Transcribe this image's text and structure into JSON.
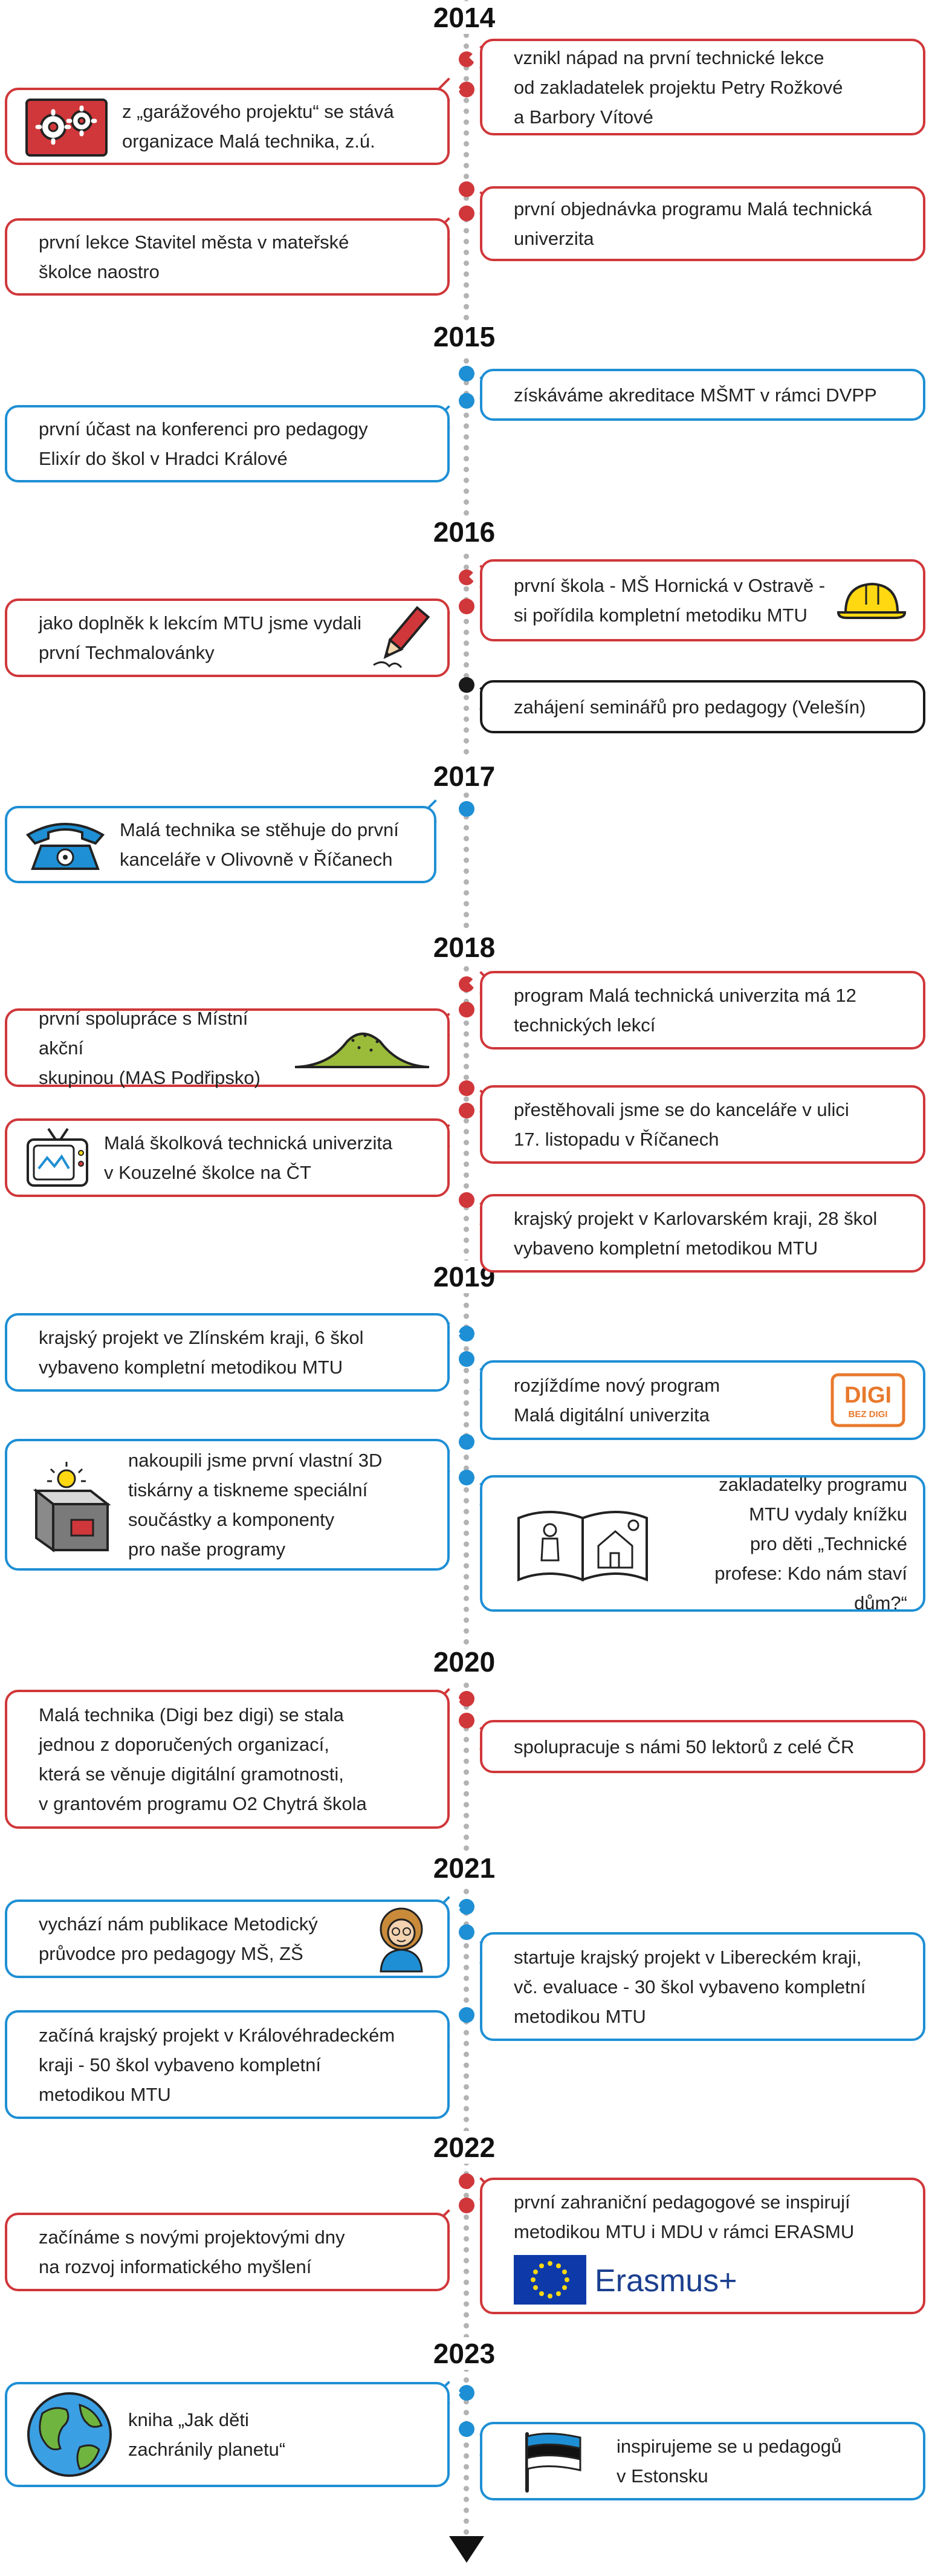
{
  "timeline": {
    "years": [
      "2014",
      "2015",
      "2016",
      "2017",
      "2018",
      "2019",
      "2020",
      "2021",
      "2022",
      "2023"
    ],
    "colors": {
      "red": "#d0373a",
      "blue": "#1e8fd4",
      "black": "#1a1a1a",
      "line": "#b3b3b3"
    },
    "events": [
      {
        "year": "2014",
        "side": "right",
        "color": "red",
        "text": "vznikl nápad na první technické lekce\nod zakladatelek projektu Petry Rožkové\na Barbory Vítové"
      },
      {
        "year": "2014",
        "side": "left",
        "color": "red",
        "text": "z „garážového projektu“ se stává\norganizace Malá technika, z.ú.",
        "icon": "gears-icon"
      },
      {
        "year": "2014",
        "side": "right",
        "color": "red",
        "text": "první objednávka programu Malá technická\nuniverzita"
      },
      {
        "year": "2014",
        "side": "left",
        "color": "red",
        "text": "první lekce Stavitel města v mateřské\nškolce naostro"
      },
      {
        "year": "2015",
        "side": "right",
        "color": "blue",
        "text": "získáváme akreditace MŠMT v rámci DVPP"
      },
      {
        "year": "2015",
        "side": "left",
        "color": "blue",
        "text": "první účast na konferenci pro pedagogy\nElixír do škol v Hradci Králové"
      },
      {
        "year": "2016",
        "side": "right",
        "color": "red",
        "text": "první škola - MŠ Hornická v Ostravě -\nsi pořídila kompletní metodiku MTU",
        "icon": "hard-hat-icon"
      },
      {
        "year": "2016",
        "side": "left",
        "color": "red",
        "text": "jako doplněk k lekcím MTU jsme vydali\nprvní Techmalovánky",
        "icon": "pencil-icon"
      },
      {
        "year": "2016",
        "side": "right",
        "color": "black",
        "text": "zahájení seminářů pro pedagogy (Velešín)"
      },
      {
        "year": "2017",
        "side": "left",
        "color": "blue",
        "text": "Malá technika se stěhuje do první\nkanceláře v Olivovně v Říčanech",
        "icon": "telephone-icon"
      },
      {
        "year": "2018",
        "side": "right",
        "color": "red",
        "text": "program Malá technická univerzita má 12\ntechnických lekcí"
      },
      {
        "year": "2018",
        "side": "left",
        "color": "red",
        "text": "první spolupráce s Místní akční\nskupinou (MAS Podřipsko)",
        "icon": "hill-icon"
      },
      {
        "year": "2018",
        "side": "right",
        "color": "red",
        "text": "přestěhovali jsme se do kanceláře v ulici\n17. listopadu v Říčanech"
      },
      {
        "year": "2018",
        "side": "left",
        "color": "red",
        "text": "Malá školková technická univerzita\nv Kouzelné školce na ČT",
        "icon": "tv-icon"
      },
      {
        "year": "2018",
        "side": "right",
        "color": "red",
        "text": "krajský projekt v Karlovarském kraji, 28 škol\nvybaveno kompletní metodikou MTU"
      },
      {
        "year": "2019",
        "side": "left",
        "color": "blue",
        "text": "krajský projekt ve Zlínském kraji, 6 škol\nvybaveno kompletní metodikou MTU"
      },
      {
        "year": "2019",
        "side": "right",
        "color": "blue",
        "text": "rozjíždíme nový program\nMalá digitální univerzita",
        "icon": "digi-logo-icon",
        "icon_text": "DIGI",
        "icon_sub": "BEZ DIGI"
      },
      {
        "year": "2019",
        "side": "left",
        "color": "blue",
        "text": "nakoupili jsme první vlastní 3D\ntiskárny a tiskneme speciální\nsoučástky a komponenty\npro naše programy",
        "icon": "3d-printer-icon"
      },
      {
        "year": "2019",
        "side": "right",
        "color": "blue",
        "text": "zakladatelky programu\nMTU vydaly knížku\npro děti „Technické\nprofese: Kdo nám staví dům?“",
        "icon": "book-icon"
      },
      {
        "year": "2020",
        "side": "left",
        "color": "red",
        "text": "Malá technika (Digi bez digi) se stala\njednou z doporučených organizací,\nkterá se věnuje digitální gramotnosti,\nv grantovém programu O2 Chytrá škola"
      },
      {
        "year": "2020",
        "side": "right",
        "color": "red",
        "text": "spolupracuje s námi 50 lektorů z celé ČR"
      },
      {
        "year": "2021",
        "side": "left",
        "color": "blue",
        "text": "vychází nám publikace Metodický\nprůvodce pro pedagogy MŠ, ZŠ",
        "icon": "teacher-avatar-icon"
      },
      {
        "year": "2021",
        "side": "right",
        "color": "blue",
        "text": "startuje krajský projekt v Libereckém kraji,\nvč. evaluace  - 30 škol vybaveno kompletní\nmetodikou MTU"
      },
      {
        "year": "2021",
        "side": "left",
        "color": "blue",
        "text": "začíná krajský projekt v Královéhradeckém\nkraji - 50 škol vybaveno kompletní\nmetodikou MTU"
      },
      {
        "year": "2022",
        "side": "right",
        "color": "red",
        "text": "první zahraniční pedagogové se inspirují\nmetodikou MTU i MDU v rámci ERASMU",
        "icon": "erasmus-logo-icon",
        "icon_text": "Erasmus+"
      },
      {
        "year": "2022",
        "side": "left",
        "color": "red",
        "text": "začínáme s novými projektovými dny\nna rozvoj informatického myšlení"
      },
      {
        "year": "2023",
        "side": "left",
        "color": "blue",
        "text": "kniha „Jak děti\nzachránily planetu“",
        "icon": "globe-icon"
      },
      {
        "year": "2023",
        "side": "right",
        "color": "blue",
        "text": "inspirujeme se u pedagogů\nv Estonsku",
        "icon": "estonian-flag-icon"
      }
    ]
  }
}
